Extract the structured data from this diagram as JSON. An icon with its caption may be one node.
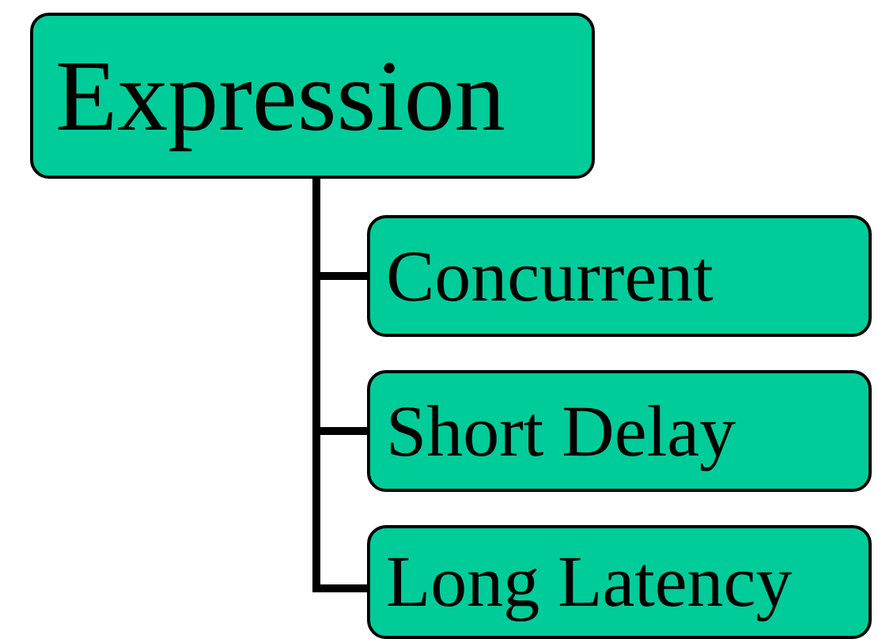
{
  "diagram": {
    "nodes": [
      {
        "text": [
          "Expression"
        ]
      },
      {
        "text": [
          "Concurrent"
        ]
      },
      {
        "text": [
          "Short Delay"
        ]
      },
      {
        "text": [
          "Long Latency"
        ]
      }
    ],
    "edges": [
      {
        "from": 0,
        "to": 1,
        "arrow": "none"
      },
      {
        "from": 0,
        "to": 2,
        "arrow": "none"
      },
      {
        "from": 0,
        "to": 3,
        "arrow": "none"
      }
    ]
  }
}
